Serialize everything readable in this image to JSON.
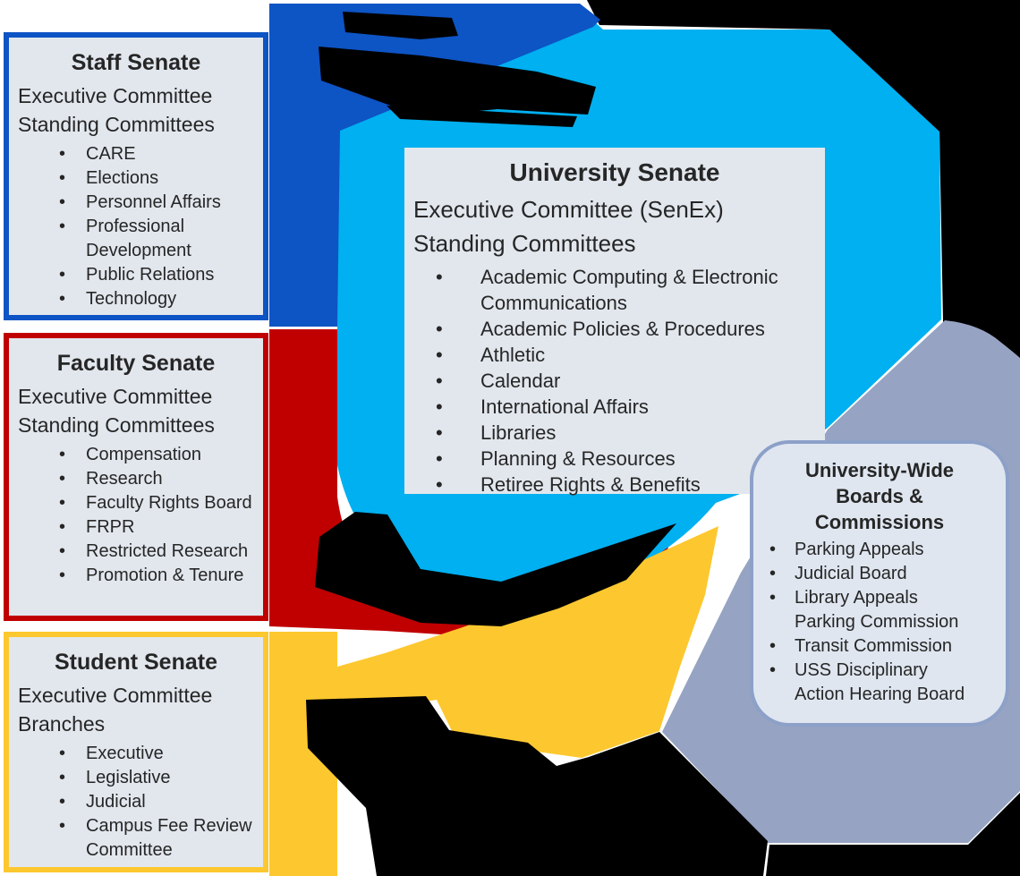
{
  "colors": {
    "dark_blue": "#0d54c4",
    "cyan": "#00b0f0",
    "red": "#c00000",
    "gold": "#fdc82f",
    "slate": "#96a3c2",
    "box_fill": "#e2e7ee",
    "rounded_box_fill": "#dfe6f0",
    "rounded_box_border": "#8ca0c8",
    "text": "#262626",
    "artifact": "#000000"
  },
  "boxes": {
    "staff": {
      "title": "Staff Senate",
      "lines": [
        "Executive Committee",
        "Standing Committees"
      ],
      "items": [
        {
          "text": "CARE"
        },
        {
          "text": "Elections"
        },
        {
          "text": "Personnel Affairs"
        },
        {
          "text": "Professional"
        },
        {
          "text": "Development"
        },
        {
          "text": "Public Relations"
        },
        {
          "text": "Technology"
        }
      ]
    },
    "faculty": {
      "title": "Faculty Senate",
      "lines": [
        "Executive Committee",
        "Standing Committees"
      ],
      "items": [
        {
          "text": "Compensation"
        },
        {
          "text": "Research"
        },
        {
          "text": "Faculty Rights Board"
        },
        {
          "text": "FRPR"
        },
        {
          "text": "Restricted Research"
        },
        {
          "text": "Promotion & Tenure"
        }
      ]
    },
    "student": {
      "title": "Student Senate",
      "lines": [
        "Executive Committee",
        "Branches"
      ],
      "items": [
        {
          "text": "Executive"
        },
        {
          "text": "Legislative"
        },
        {
          "text": "Judicial"
        },
        {
          "text": "Campus Fee Review"
        },
        {
          "text": "Committee"
        }
      ]
    },
    "university_senate": {
      "title": "University Senate",
      "lines": [
        "Executive Committee (SenEx)",
        "Standing Committees"
      ],
      "items": [
        {
          "text": "Academic Computing & Electronic"
        },
        {
          "text": "Communications"
        },
        {
          "text": "Academic Policies & Procedures"
        },
        {
          "text": "Athletic"
        },
        {
          "text": "Calendar"
        },
        {
          "text": "International Affairs"
        },
        {
          "text": "Libraries"
        },
        {
          "text": "Planning & Resources"
        },
        {
          "text": "Retiree Rights & Benefits"
        }
      ]
    },
    "university_wide": {
      "title_lines": [
        "University-Wide",
        "Boards &",
        "Commissions"
      ],
      "items": [
        {
          "text": "Parking Appeals"
        },
        {
          "text": "Judicial Board"
        },
        {
          "text": "Library Appeals"
        },
        {
          "text": "Parking Commission"
        },
        {
          "text": "Transit Commission"
        },
        {
          "text": "USS Disciplinary"
        },
        {
          "text": "Action Hearing Board"
        }
      ]
    }
  }
}
